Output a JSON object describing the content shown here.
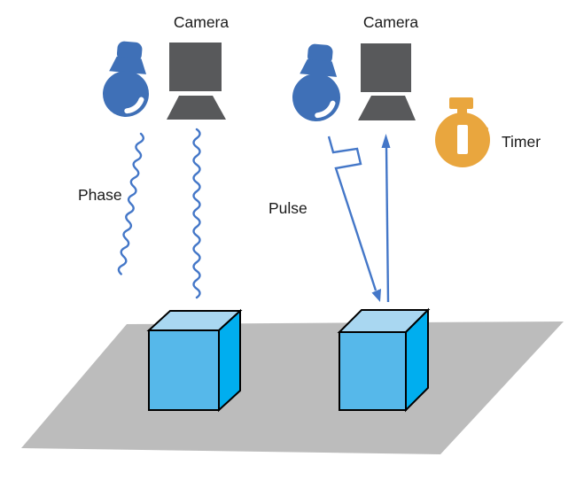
{
  "figure": {
    "type": "time-of-flight-illustration",
    "left_setup": {
      "camera_label": "Camera",
      "signal_label": "Phase",
      "icons": {
        "light_source": "light-bulb-icon",
        "sensor": "camera-icon"
      },
      "signal_style": "two vertical sine waves (emitted and reflected) from source down to cube"
    },
    "right_setup": {
      "camera_label": "Camera",
      "signal_label": "Pulse",
      "timer_label": "Timer",
      "icons": {
        "light_source": "light-bulb-icon",
        "sensor": "camera-icon",
        "timer": "stopwatch-icon"
      },
      "signal_style": "outgoing beam with square pulse step and down arrow, straight return beam with up arrow"
    },
    "objects": {
      "ground": "gray parallelogram floor plane",
      "targets": [
        "blue cube left",
        "blue cube right"
      ]
    }
  },
  "colors": {
    "background": "#FFFFFF",
    "icon_blue": "#3F70B7",
    "beam_blue": "#4477C8",
    "camera_gray": "#58595B",
    "timer_amber": "#E9A63E",
    "cube_front": "#56B8EA",
    "cube_side": "#00AEEF",
    "cube_top": "#A9D7F1",
    "ground_gray": "#BCBCBC",
    "text": "#1A1A1A"
  }
}
